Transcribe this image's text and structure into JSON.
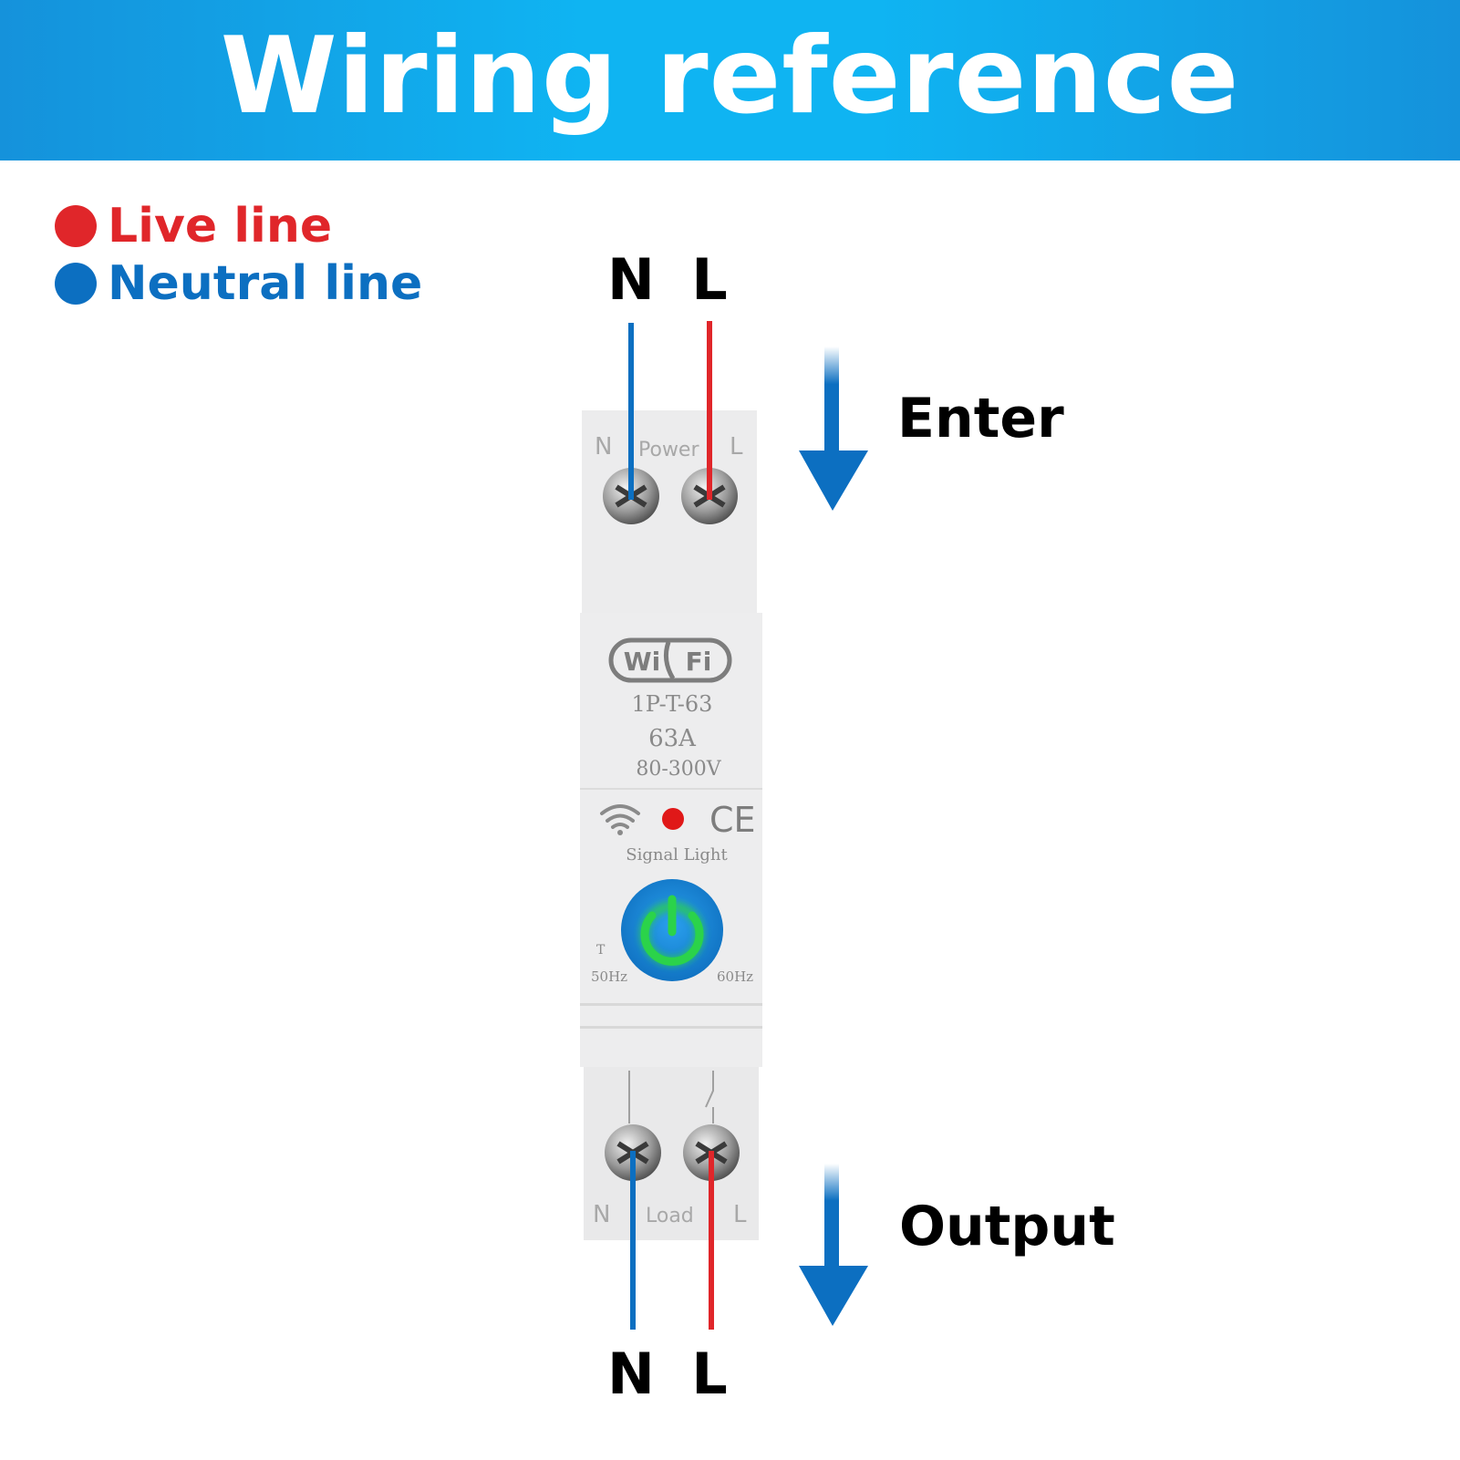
{
  "header": {
    "title": "Wiring reference"
  },
  "legend": {
    "live": {
      "label": "Live line",
      "color": "#e0262a"
    },
    "neutral": {
      "label": "Neutral line",
      "color": "#0c6fc1"
    }
  },
  "terminals": {
    "top_n": "N",
    "top_l": "L",
    "bottom_n": "N",
    "bottom_l": "L"
  },
  "directions": {
    "enter": "Enter",
    "output": "Output"
  },
  "device": {
    "top_n": "N",
    "top_label": "Power",
    "top_l": "L",
    "wifi_left": "Wi",
    "wifi_right": "Fi",
    "model": "1P-T-63",
    "current": "63A",
    "voltage": "80-300V",
    "ce_mark": "CE",
    "signal_label": "Signal Light",
    "t_label": "T",
    "freq_left": "50Hz",
    "freq_right": "60Hz",
    "bottom_n": "N",
    "bottom_label": "Load",
    "bottom_l": "L",
    "power_button_color": "#1a8fe0",
    "power_glow_color": "#2bd34a",
    "signal_led_color": "#e01818"
  },
  "colors": {
    "arrow": "#0c6fc1",
    "banner": "#0fb4f2"
  }
}
